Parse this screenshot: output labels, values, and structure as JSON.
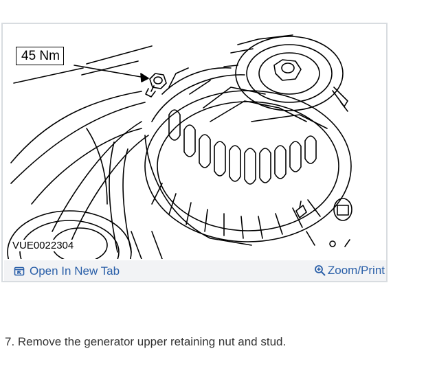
{
  "figure": {
    "torque_label": "45 Nm",
    "figure_code": "VUE0022304",
    "illustration_subject": "generator-illustration"
  },
  "toolbar": {
    "open_tab_label": "Open In New Tab",
    "open_tab_icon": "new-tab-icon",
    "zoom_label": "Zoom/Print",
    "zoom_icon": "magnifier-plus-icon",
    "link_color": "#2a5fa8"
  },
  "step": {
    "text": "7. Remove the generator upper retaining nut and stud."
  }
}
